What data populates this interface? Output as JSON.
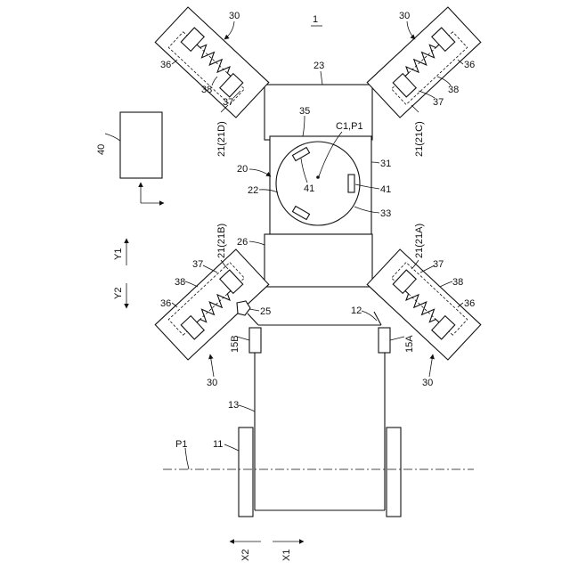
{
  "labels": {
    "system_ref": "1",
    "unit_tl_ref": "30",
    "unit_tr_ref": "30",
    "unit_bl_ref": "30",
    "unit_br_ref": "30",
    "housing_tl_ref": "36",
    "housing_tr_ref": "36",
    "housing_bl_ref": "36",
    "housing_br_ref": "36",
    "spring_tl_ref": "38",
    "spring_tr_ref": "38",
    "spring_bl_ref": "38",
    "spring_br_ref": "38",
    "slider_tl_ref": "37",
    "slider_tr_ref": "37",
    "slider_bl_ref": "37",
    "slider_br_ref": "37",
    "arm_tl_ref": "21(21D)",
    "arm_tr_ref": "21(21C)",
    "arm_bl_ref": "21(21B)",
    "arm_br_ref": "21(21A)",
    "top_block_ref": "23",
    "frame_ref": "35",
    "center_ref": "C1,P1",
    "body_ref": "31",
    "assembly_ref": "20",
    "hand_ref": "22",
    "pad_inner_ref": "41",
    "pad_right_ref": "41",
    "plate_ref": "33",
    "bottom_block_ref": "26",
    "stopper_ref": "25",
    "link_ref": "12",
    "sensor_b_ref": "15B",
    "sensor_a_ref": "15A",
    "chassis_ref": "13",
    "wheel_ref": "11",
    "axis_ref": "P1",
    "controller_ref": "40",
    "dir_y1": "Y1",
    "dir_y2": "Y2",
    "dir_x2": "X2",
    "dir_x1": "X1"
  }
}
